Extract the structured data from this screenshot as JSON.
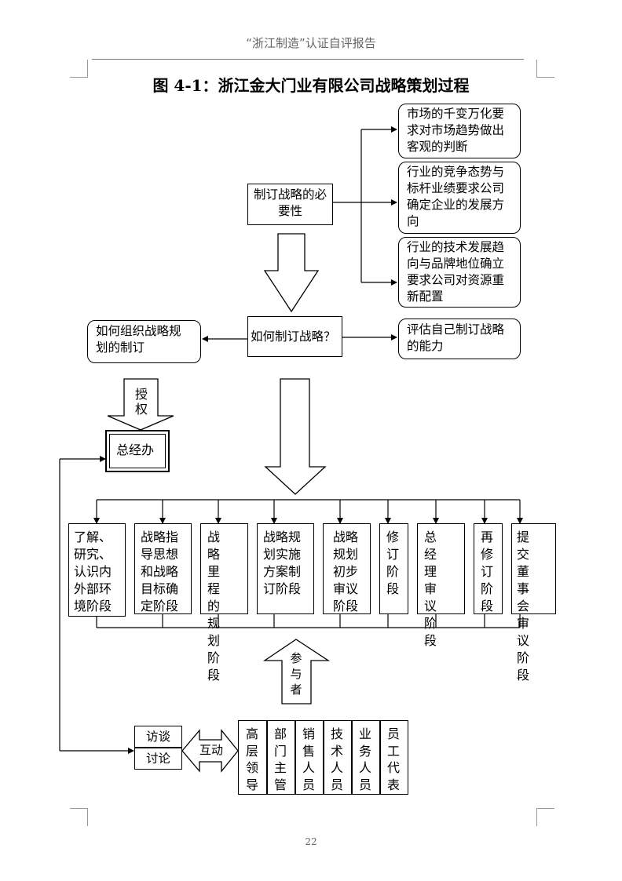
{
  "header": {
    "text": "“浙江制造”认证自评报告"
  },
  "title": "图 4-1：浙江金大门业有限公司战略策划过程",
  "footer": {
    "page_number": "22"
  },
  "nodes": {
    "necessity": "制订战略的必要性",
    "market": "市场的千变万化要求对市场趋势做出客观的判断",
    "industry": "行业的竞争态势与标杆业绩要求公司确定企业的发展方向",
    "technology": "行业的技术发展趋向与品牌地位确立要求公司对资源重新配置",
    "how_formulate": "如何制订战略？",
    "how_organize": "如何组织战略规划的制订",
    "evaluate": "评估自己制订战略的能力",
    "authorize": "授权",
    "general_office": "总经办",
    "participants": "参与者",
    "interview": "访谈",
    "discussion": "讨论",
    "interact": "互动"
  },
  "stages": [
    "了解、研究、认识内外部环境阶段",
    "战略指导思想和战略目标确定阶段",
    "战 略 里 程 的 规 划 阶 段",
    "战略规划实施方案制订阶段",
    "战略规划初步审议阶段",
    "修订阶段",
    "总 经 理 审 议 阶 段",
    "再修订阶段",
    "提 交 董 事 会 审 议 阶 段"
  ],
  "participant_groups": [
    "高层领导",
    "部门主管",
    "销售人员",
    "技术人员",
    "业务人员",
    "员工代表"
  ]
}
